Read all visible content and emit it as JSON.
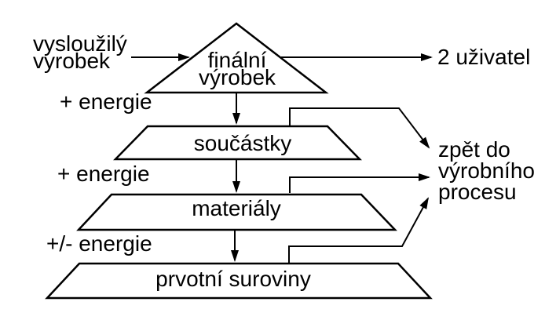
{
  "colors": {
    "ink": "#000000",
    "background": "#ffffff"
  },
  "diagram": {
    "inputs": {
      "worn_product": "vysloužilý\nvyrobek",
      "energy_components": "+ energie",
      "energy_materials": "+ energie",
      "energy_raw": "+/- energie"
    },
    "levels": {
      "final_product": "finální\nvýrobek",
      "components": "součástky",
      "materials": "materiály",
      "raw_materials": "prvotní suroviny"
    },
    "outputs": {
      "user": "2 uživatel",
      "back_to_process": "zpět do\nvýrobního\nprocesu"
    }
  }
}
